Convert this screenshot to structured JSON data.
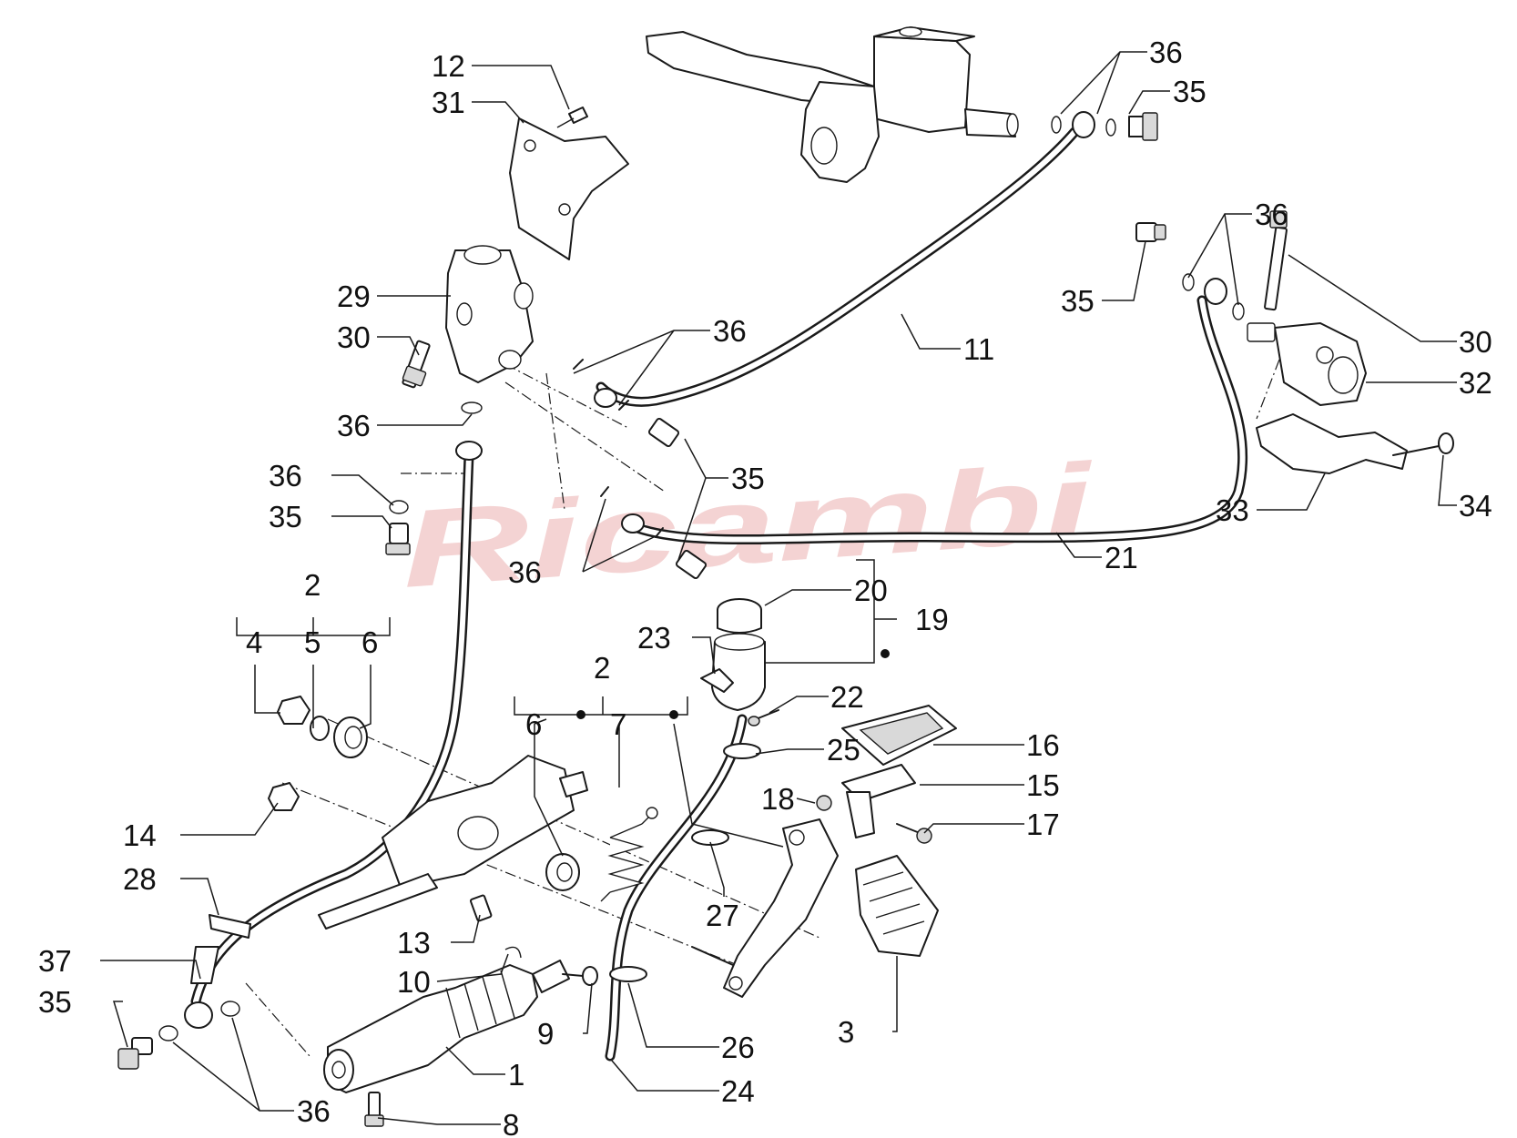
{
  "watermark": {
    "text": "Ricambi",
    "color": "#e8a0a0"
  },
  "callouts": [
    {
      "id": "c12",
      "text": "12"
    },
    {
      "id": "c31",
      "text": "31"
    },
    {
      "id": "c29",
      "text": "29"
    },
    {
      "id": "c30a",
      "text": "30"
    },
    {
      "id": "c36a",
      "text": "36"
    },
    {
      "id": "c36b",
      "text": "36"
    },
    {
      "id": "c35a",
      "text": "35"
    },
    {
      "id": "c36c",
      "text": "36"
    },
    {
      "id": "c35b",
      "text": "35"
    },
    {
      "id": "c11",
      "text": "11"
    },
    {
      "id": "c36d",
      "text": "36"
    },
    {
      "id": "c35c",
      "text": "35"
    },
    {
      "id": "c36e",
      "text": "36"
    },
    {
      "id": "c35d",
      "text": "35"
    },
    {
      "id": "c30b",
      "text": "30"
    },
    {
      "id": "c32",
      "text": "32"
    },
    {
      "id": "c33",
      "text": "33"
    },
    {
      "id": "c34",
      "text": "34"
    },
    {
      "id": "c21",
      "text": "21"
    },
    {
      "id": "c36f",
      "text": "36"
    },
    {
      "id": "c35e",
      "text": "35"
    },
    {
      "id": "c36g",
      "text": "36"
    },
    {
      "id": "c2a",
      "text": "2"
    },
    {
      "id": "c4",
      "text": "4"
    },
    {
      "id": "c5",
      "text": "5"
    },
    {
      "id": "c6a",
      "text": "6"
    },
    {
      "id": "c20",
      "text": "20"
    },
    {
      "id": "c19",
      "text": "19"
    },
    {
      "id": "c23",
      "text": "23"
    },
    {
      "id": "c22",
      "text": "22"
    },
    {
      "id": "c2b",
      "text": "2"
    },
    {
      "id": "c6b",
      "text": "6"
    },
    {
      "id": "c7",
      "text": "7"
    },
    {
      "id": "c25",
      "text": "25"
    },
    {
      "id": "c16",
      "text": "16"
    },
    {
      "id": "c15",
      "text": "15"
    },
    {
      "id": "c18",
      "text": "18"
    },
    {
      "id": "c17",
      "text": "17"
    },
    {
      "id": "c14",
      "text": "14"
    },
    {
      "id": "c28",
      "text": "28"
    },
    {
      "id": "c27",
      "text": "27"
    },
    {
      "id": "c37",
      "text": "37"
    },
    {
      "id": "c13",
      "text": "13"
    },
    {
      "id": "c10",
      "text": "10"
    },
    {
      "id": "c35f",
      "text": "35"
    },
    {
      "id": "c9",
      "text": "9"
    },
    {
      "id": "c3",
      "text": "3"
    },
    {
      "id": "c26",
      "text": "26"
    },
    {
      "id": "c1",
      "text": "1"
    },
    {
      "id": "c24",
      "text": "24"
    },
    {
      "id": "c36h",
      "text": "36"
    },
    {
      "id": "c8",
      "text": "8"
    }
  ]
}
